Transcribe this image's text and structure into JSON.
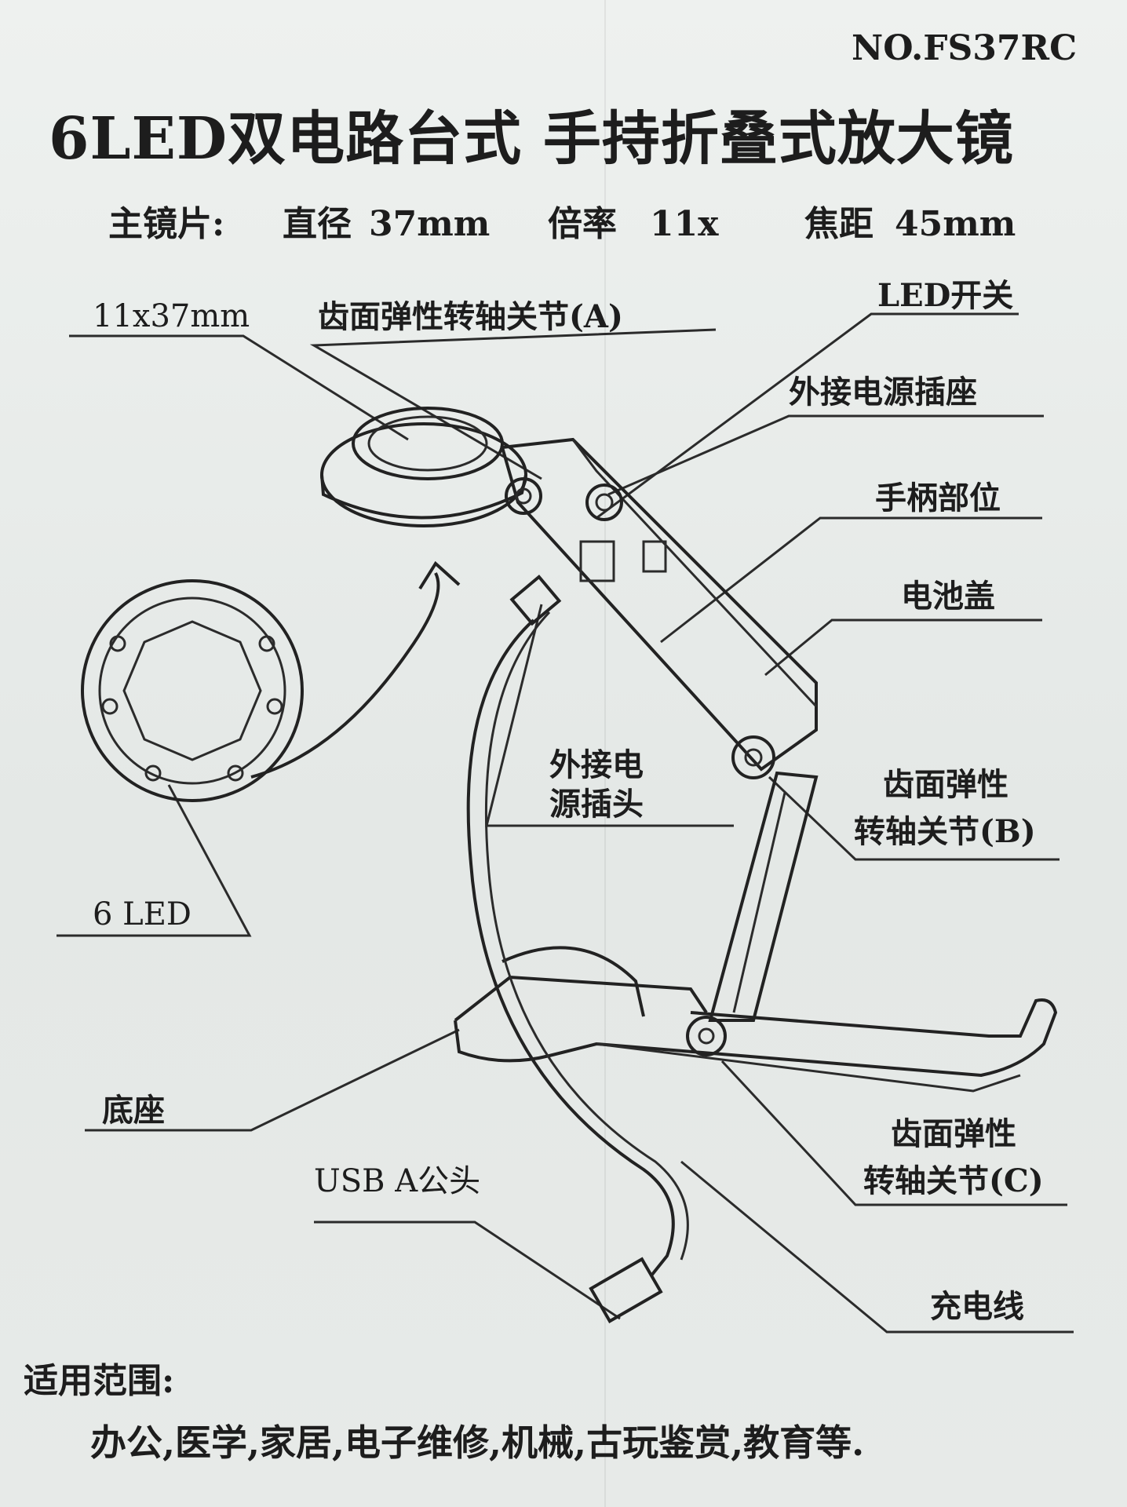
{
  "header": {
    "model_no": "NO.FS37RC",
    "title": "6LED双电路台式 手持折叠式放大镜"
  },
  "specs": {
    "main_lens_label": "主镜片:",
    "diameter_label": "直径",
    "diameter_value": "37mm",
    "magnification_label": "倍率",
    "magnification_value": "11x",
    "focal_label": "焦距",
    "focal_value": "45mm"
  },
  "callouts": {
    "lens_size": "11x37mm",
    "joint_a": "齿面弹性转轴关节(A)",
    "led_switch": "LED开关",
    "external_socket": "外接电源插座",
    "handle": "手柄部位",
    "battery_cover": "电池盖",
    "external_plug_line1": "外接电",
    "external_plug_line2": "源插头",
    "joint_b_line1": "齿面弹性",
    "joint_b_line2": "转轴关节(B)",
    "six_led": "6 LED",
    "base": "底座",
    "joint_c_line1": "齿面弹性",
    "joint_c_line2": "转轴关节(C)",
    "usb": "USB A公头",
    "charging_cable": "充电线"
  },
  "scope": {
    "title": "适用范围:",
    "value": "办公,医学,家居,电子维修,机械,古玩鉴赏,教育等."
  }
}
